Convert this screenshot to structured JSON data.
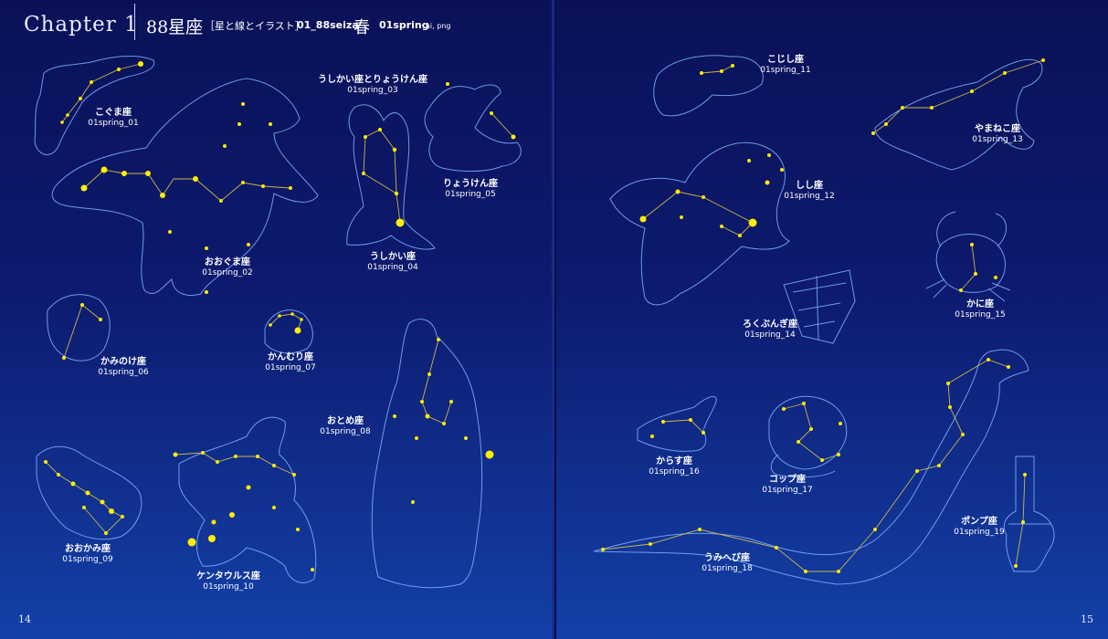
{
  "header": {
    "chapter": "Chapter 1",
    "title": "88星座",
    "subtitle": "［星と線とイラスト］",
    "code": "01_88seiza",
    "season": "春",
    "season_code": "01spring",
    "formats": "ai, png"
  },
  "constellations": [
    {
      "name": "こぐま座",
      "file": "01spring_01"
    },
    {
      "name": "おおぐま座",
      "file": "01spring_02"
    },
    {
      "name": "うしかい座とりょうけん座",
      "file": "01spring_03"
    },
    {
      "name": "うしかい座",
      "file": "01spring_04"
    },
    {
      "name": "りょうけん座",
      "file": "01spring_05"
    },
    {
      "name": "かみのけ座",
      "file": "01spring_06"
    },
    {
      "name": "かんむり座",
      "file": "01spring_07"
    },
    {
      "name": "おとめ座",
      "file": "01spring_08"
    },
    {
      "name": "おおかみ座",
      "file": "01spring_09"
    },
    {
      "name": "ケンタウルス座",
      "file": "01spring_10"
    },
    {
      "name": "こじし座",
      "file": "01spring_11"
    },
    {
      "name": "しし座",
      "file": "01spring_12"
    },
    {
      "name": "やまねこ座",
      "file": "01spring_13"
    },
    {
      "name": "ろくぶんぎ座",
      "file": "01spring_14"
    },
    {
      "name": "かに座",
      "file": "01spring_15"
    },
    {
      "name": "からす座",
      "file": "01spring_16"
    },
    {
      "name": "コップ座",
      "file": "01spring_17"
    },
    {
      "name": "うみへび座",
      "file": "01spring_18"
    },
    {
      "name": "ポンプ座",
      "file": "01spring_19"
    }
  ],
  "pages": {
    "left": "14",
    "right": "15"
  },
  "colors": {
    "background_top": "#0a1158",
    "background_bottom": "#1340a8",
    "outline": "#7fb0ff",
    "star": "#ffee00",
    "line": "#c8b84a"
  }
}
